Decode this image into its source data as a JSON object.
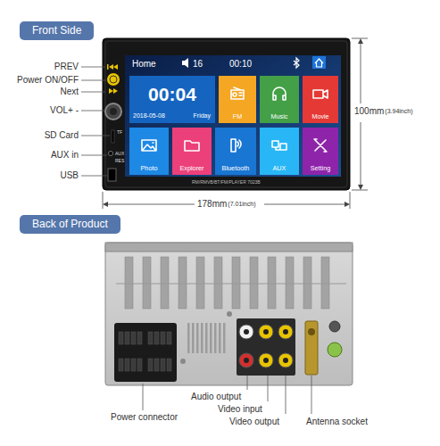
{
  "diagram": {
    "nodes": [
      {
        "text": [
          "Front Side"
        ]
      },
      {
        "text": [
          "Home",
          "16",
          "00:10"
        ]
      },
      {
        "text": [
          "00:04",
          "2018-05-08",
          "Friday"
        ],
        "in": 1
      },
      {
        "text": [
          "FM"
        ],
        "in": 1
      },
      {
        "text": [
          "Music"
        ],
        "in": 1
      },
      {
        "text": [
          "Movie"
        ],
        "in": 1
      },
      {
        "text": [
          "Photo"
        ],
        "in": 1
      },
      {
        "text": [
          "Explorer"
        ],
        "in": 1
      },
      {
        "text": [
          "Bluetooth"
        ],
        "in": 1
      },
      {
        "text": [
          "AUX"
        ],
        "in": 1
      },
      {
        "text": [
          "Setting"
        ],
        "in": 1
      },
      {
        "text": [
          "Back of Product"
        ]
      }
    ],
    "labels": [
      "PREV",
      "Power ON/OFF",
      "Next",
      "VOL+ -",
      "SD Card",
      "AUX in",
      "USB",
      "100mm",
      "(3.94inch)",
      "178mm",
      "(7.01inch)",
      "RM/RMVB/BT/FM/PLAYER 7023B",
      "TF",
      "AUX",
      "RES",
      "Power connector",
      "Audio output",
      "Video input",
      "Video output",
      "Antenna socket"
    ]
  }
}
